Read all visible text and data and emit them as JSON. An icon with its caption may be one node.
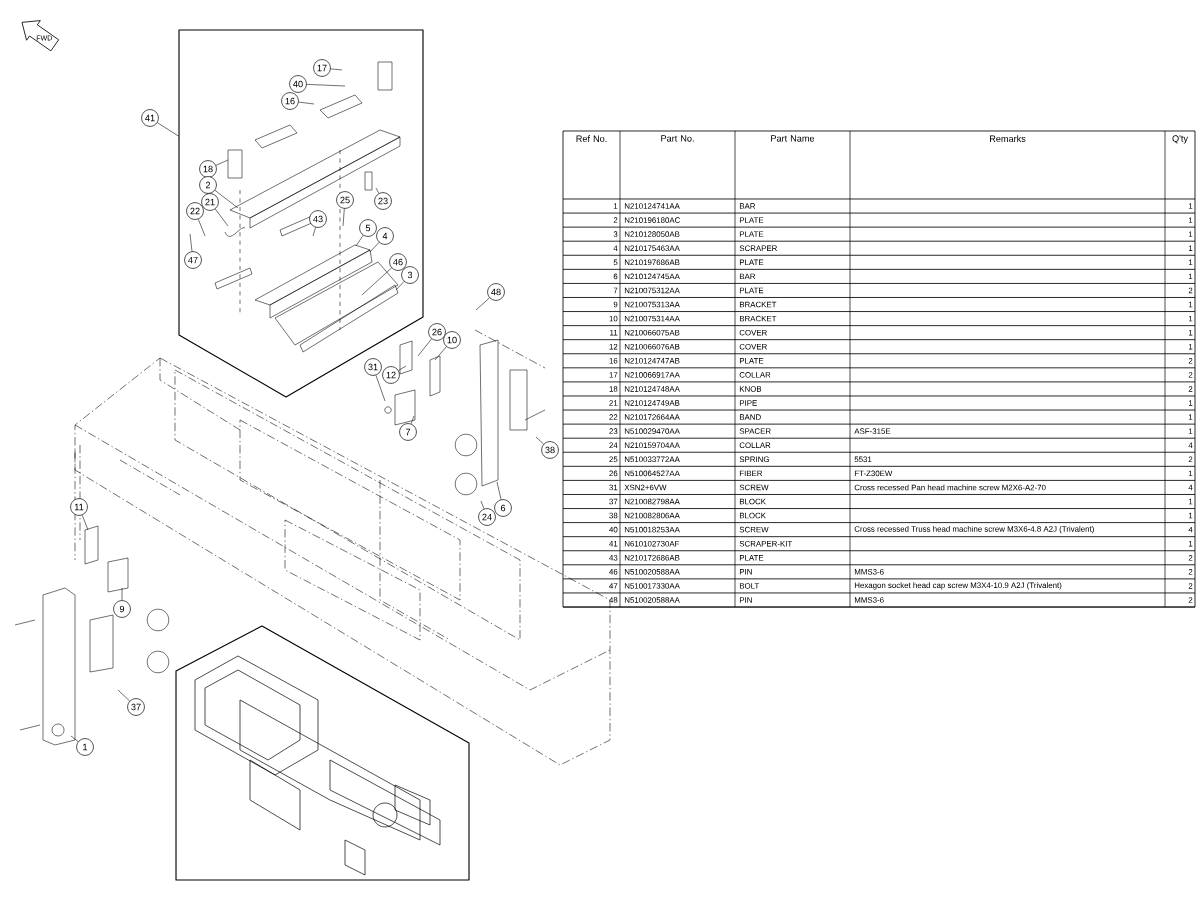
{
  "diagram": {
    "nodes": [
      {
        "text": [],
        "shape": "box"
      },
      {
        "text": [
          "17"
        ],
        "in": 0
      },
      {
        "text": [
          "40"
        ],
        "in": 0
      },
      {
        "text": [
          "16"
        ],
        "in": 0
      },
      {
        "text": [
          "41"
        ]
      },
      {
        "text": [
          "18"
        ],
        "in": 0
      },
      {
        "text": [
          "2"
        ],
        "in": 0
      },
      {
        "text": [
          "21"
        ],
        "in": 0
      },
      {
        "text": [
          "22"
        ],
        "in": 0
      },
      {
        "text": [
          "23"
        ],
        "in": 0
      },
      {
        "text": [
          "25"
        ],
        "in": 0
      },
      {
        "text": [
          "43"
        ],
        "in": 0
      },
      {
        "text": [
          "5"
        ],
        "in": 0
      },
      {
        "text": [
          "4"
        ],
        "in": 0
      },
      {
        "text": [
          "47"
        ],
        "in": 0
      },
      {
        "text": [
          "46"
        ],
        "in": 0
      },
      {
        "text": [
          "3"
        ],
        "in": 0
      },
      {
        "text": [
          "48"
        ]
      },
      {
        "text": [
          "26"
        ]
      },
      {
        "text": [
          "10"
        ]
      },
      {
        "text": [
          "31"
        ]
      },
      {
        "text": [
          "12"
        ]
      },
      {
        "text": [
          "7"
        ]
      },
      {
        "text": [
          "38"
        ]
      },
      {
        "text": [
          "6"
        ]
      },
      {
        "text": [
          "24"
        ]
      },
      {
        "text": [
          "11"
        ]
      },
      {
        "text": [
          "9"
        ]
      },
      {
        "text": [
          "37"
        ]
      },
      {
        "text": [
          "1"
        ]
      }
    ],
    "edges": [
      {
        "from": 1,
        "to": null,
        "arrow": "none"
      },
      {
        "from": 2,
        "to": null,
        "arrow": "none"
      },
      {
        "from": 3,
        "to": null,
        "arrow": "none"
      },
      {
        "from": 4,
        "to": 0,
        "arrow": "none"
      },
      {
        "from": 5,
        "to": null,
        "arrow": "none"
      },
      {
        "from": 6,
        "to": null,
        "arrow": "none"
      },
      {
        "from": 7,
        "to": null,
        "arrow": "none"
      },
      {
        "from": 8,
        "to": null,
        "arrow": "none"
      },
      {
        "from": 9,
        "to": null,
        "arrow": "none"
      },
      {
        "from": 10,
        "to": null,
        "arrow": "none"
      },
      {
        "from": 11,
        "to": null,
        "arrow": "none"
      },
      {
        "from": 12,
        "to": null,
        "arrow": "none"
      },
      {
        "from": 13,
        "to": null,
        "arrow": "none"
      },
      {
        "from": 14,
        "to": null,
        "arrow": "none"
      },
      {
        "from": 15,
        "to": null,
        "arrow": "none"
      },
      {
        "from": 16,
        "to": null,
        "arrow": "none"
      },
      {
        "from": 17,
        "to": null,
        "arrow": "none"
      },
      {
        "from": 18,
        "to": null,
        "arrow": "none"
      },
      {
        "from": 19,
        "to": null,
        "arrow": "none"
      },
      {
        "from": 20,
        "to": null,
        "arrow": "none"
      },
      {
        "from": 21,
        "to": null,
        "arrow": "none"
      },
      {
        "from": 22,
        "to": null,
        "arrow": "none"
      },
      {
        "from": 23,
        "to": null,
        "arrow": "none"
      },
      {
        "from": 24,
        "to": null,
        "arrow": "none"
      },
      {
        "from": 25,
        "to": null,
        "arrow": "none"
      },
      {
        "from": 26,
        "to": null,
        "arrow": "none"
      },
      {
        "from": 27,
        "to": null,
        "arrow": "none"
      },
      {
        "from": 28,
        "to": null,
        "arrow": "none"
      },
      {
        "from": 29,
        "to": null,
        "arrow": "none"
      }
    ],
    "labels": [
      "FWD",
      "Ref No.",
      "Part No.",
      "Part Name",
      "Remarks",
      "Q'ty",
      "1",
      "N210124741AA",
      "BAR",
      "1",
      "2",
      "N210196180AC",
      "PLATE",
      "1",
      "3",
      "N210128050AB",
      "PLATE",
      "1",
      "4",
      "N210175463AA",
      "SCRAPER",
      "1",
      "5",
      "N210197686AB",
      "PLATE",
      "1",
      "6",
      "N210124745AA",
      "BAR",
      "1",
      "7",
      "N210075312AA",
      "PLATE",
      "2",
      "9",
      "N210075313AA",
      "BRACKET",
      "1",
      "10",
      "N210075314AA",
      "BRACKET",
      "1",
      "11",
      "N210066075AB",
      "COVER",
      "1",
      "12",
      "N210066076AB",
      "COVER",
      "1",
      "16",
      "N210124747AB",
      "PLATE",
      "2",
      "17",
      "N210066917AA",
      "COLLAR",
      "2",
      "18",
      "N210124748AA",
      "KNOB",
      "2",
      "21",
      "N210124749AB",
      "PIPE",
      "1",
      "22",
      "N210172664AA",
      "BAND",
      "1",
      "23",
      "N510029470AA",
      "SPACER",
      "ASF-315E",
      "1",
      "24",
      "N210159704AA",
      "COLLAR",
      "4",
      "25",
      "N510033772AA",
      "SPRING",
      "5531",
      "2",
      "26",
      "N510064527AA",
      "FIBER",
      "FT-Z30EW",
      "1",
      "31",
      "XSN2+6VW",
      "SCREW",
      "Cross recessed Pan head machine screw M2X6-A2-70",
      "4",
      "37",
      "N210082798AA",
      "BLOCK",
      "1",
      "38",
      "N210082806AA",
      "BLOCK",
      "1",
      "40",
      "N510018253AA",
      "SCREW",
      "Cross recessed Truss head machine screw M3X6-4.8 A2J (Trivalent)",
      "4",
      "41",
      "N610102730AF",
      "SCRAPER-KIT",
      "1",
      "43",
      "N210172686AB",
      "PLATE",
      "2",
      "46",
      "N510020588AA",
      "PIN",
      "MMS3-6",
      "2",
      "47",
      "N510017330AA",
      "BOLT",
      "Hexagon socket head cap screw M3X4-10.9 A2J (Trivalent)",
      "2",
      "48",
      "N510020588AA",
      "PIN",
      "MMS3-6",
      "2"
    ]
  }
}
